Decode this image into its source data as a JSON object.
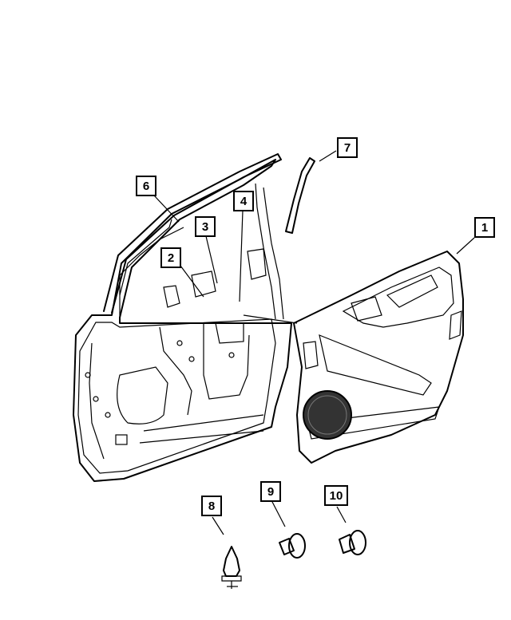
{
  "diagram": {
    "callouts": [
      {
        "id": "1",
        "label": "1"
      },
      {
        "id": "2",
        "label": "2"
      },
      {
        "id": "3",
        "label": "3"
      },
      {
        "id": "4",
        "label": "4"
      },
      {
        "id": "6",
        "label": "6"
      },
      {
        "id": "7",
        "label": "7"
      },
      {
        "id": "8",
        "label": "8"
      },
      {
        "id": "9",
        "label": "9"
      },
      {
        "id": "10",
        "label": "10"
      }
    ]
  },
  "colors": {
    "line": "#000000",
    "background": "#ffffff",
    "speaker": "#333333"
  }
}
